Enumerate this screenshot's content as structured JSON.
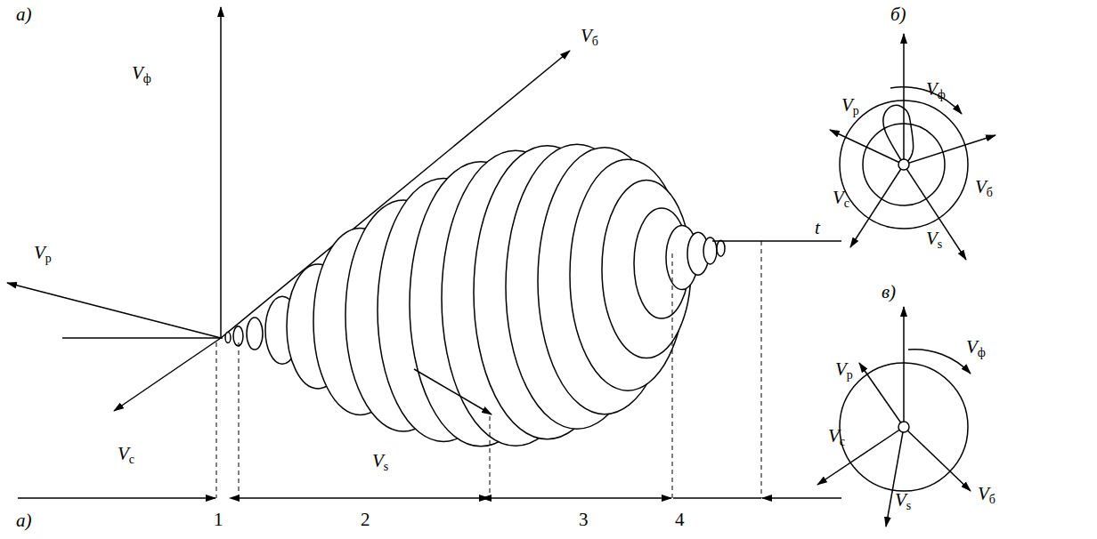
{
  "diagram": {
    "labels": [
      "а)",
      "Vф",
      "Vб",
      "Vр",
      "Vс",
      "Vs",
      "t",
      "а)",
      "1",
      "2",
      "3",
      "4",
      "б)",
      "Vф",
      "Vр",
      "Vб",
      "Vс",
      "Vs",
      "в)",
      "Vф",
      "Vр",
      "Vс",
      "Vs",
      "Vб"
    ]
  }
}
